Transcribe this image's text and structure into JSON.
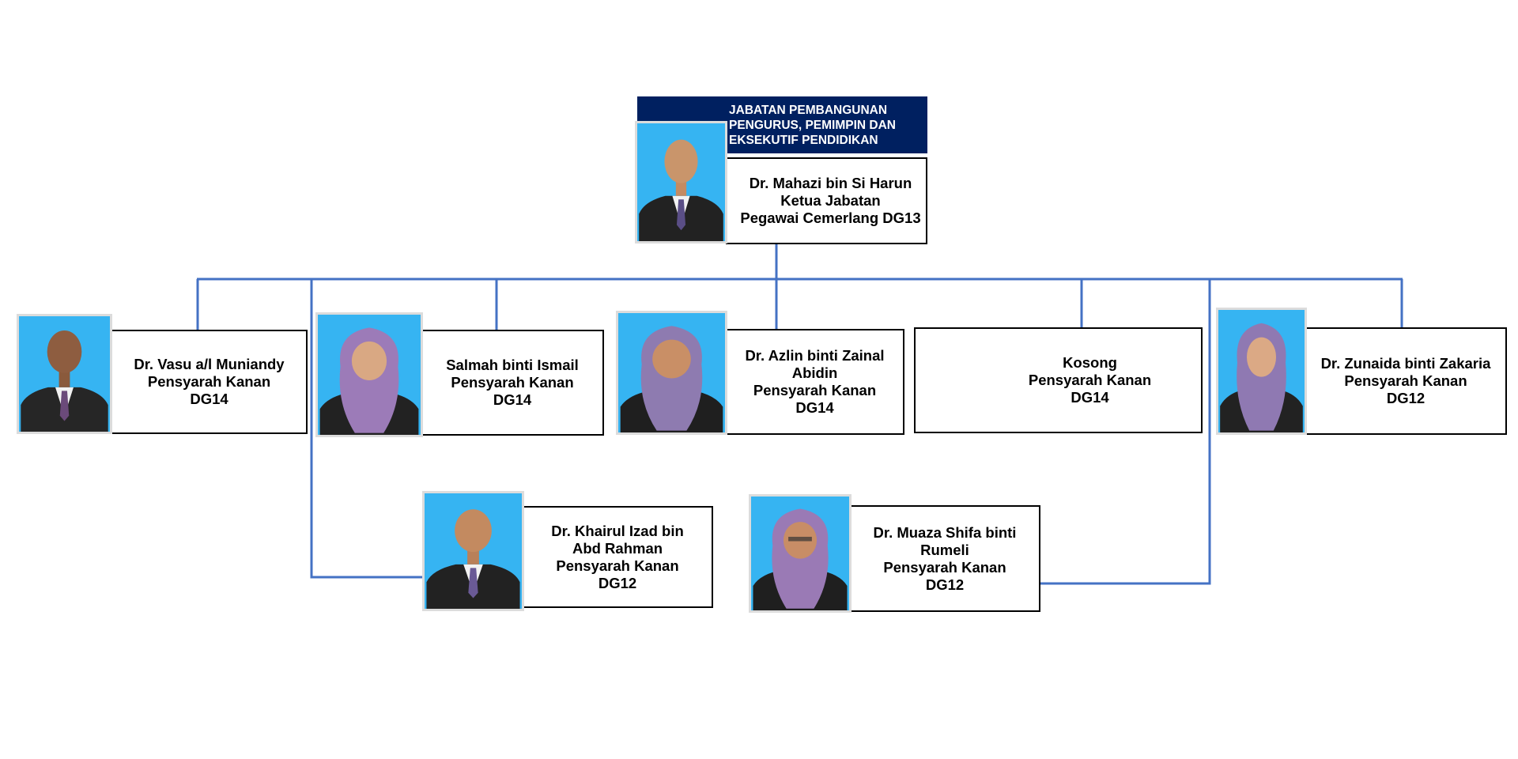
{
  "department": {
    "title": "JABATAN PEMBANGUNAN\nPENGURUS, PEMIMPIN DAN\nEKSEKUTIF PENDIDIKAN"
  },
  "head": {
    "text": "Dr. Mahazi bin Si Harun\nKetua Jabatan\nPegawai Cemerlang DG13"
  },
  "members": [
    {
      "text": "Dr. Vasu a/l Muniandy\nPensyarah Kanan\nDG14"
    },
    {
      "text": "Salmah binti Ismail\nPensyarah Kanan\nDG14"
    },
    {
      "text": "Dr. Azlin binti Zainal\nAbidin\nPensyarah Kanan\nDG14"
    },
    {
      "text": "Kosong\nPensyarah Kanan\nDG14"
    },
    {
      "text": "Dr. Zunaida binti Zakaria\nPensyarah Kanan\nDG12"
    },
    {
      "text": "Dr. Khairul Izad bin\nAbd Rahman\nPensyarah Kanan\nDG12"
    },
    {
      "text": "Dr. Muaza Shifa binti\nRumeli\nPensyarah Kanan\nDG12"
    }
  ],
  "colors": {
    "header_bg": "#002060",
    "connector": "#4472c4",
    "photo_bg": "#36b4f2"
  },
  "icons": {
    "photo": "person-photo-icon"
  }
}
